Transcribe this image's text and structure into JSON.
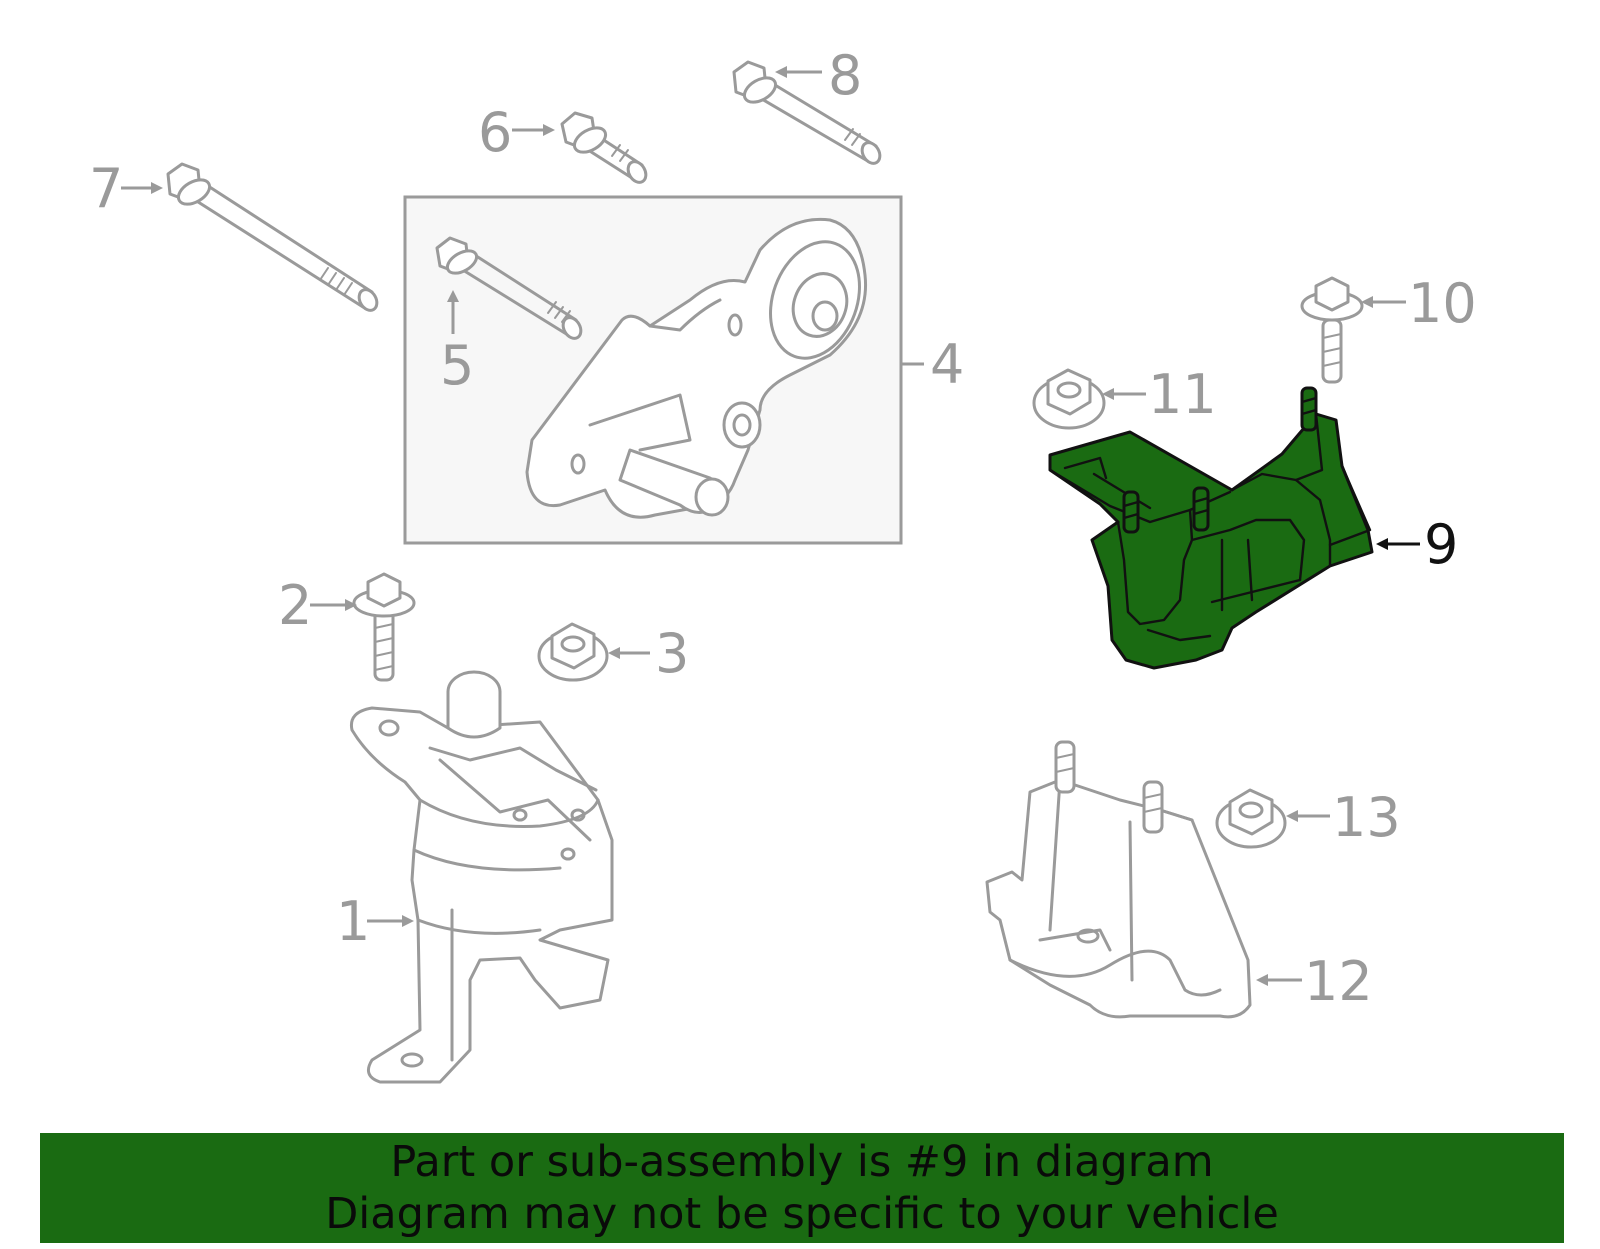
{
  "highlight_color": "#1a6b12",
  "callouts": {
    "c1": "1",
    "c2": "2",
    "c3": "3",
    "c4": "4",
    "c5": "5",
    "c6": "6",
    "c7": "7",
    "c8": "8",
    "c9": "9",
    "c10": "10",
    "c11": "11",
    "c12": "12",
    "c13": "13"
  },
  "highlighted_part": "9",
  "banner": {
    "line1": "Part or sub-assembly is #9 in diagram",
    "line2": "Diagram may not be specific to your vehicle"
  }
}
